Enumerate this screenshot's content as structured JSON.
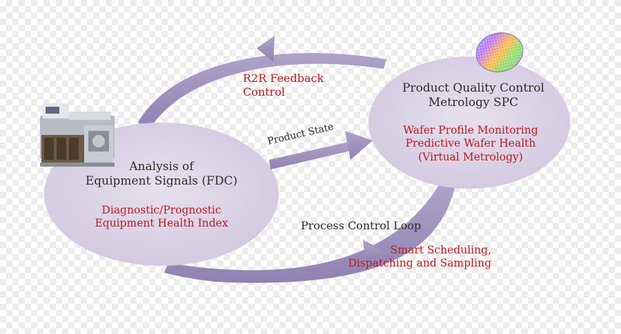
{
  "colors": {
    "ellipse_fill": "#dcd4e6",
    "arrow_fill": "#9d91bd",
    "dark_text": "#2b2b2b",
    "red_text": "#c0181e"
  },
  "fdc": {
    "title_line1": "Analysis of",
    "title_line2": "Equipment Signals (FDC)",
    "detail_line1": "Diagnostic/Prognostic",
    "detail_line2": "Equipment Health Index"
  },
  "quality": {
    "title_line1": "Product Quality Control",
    "title_line2": "Metrology SPC",
    "detail_line1": "Wafer Profile Monitoring",
    "detail_line2": "Predictive Wafer Health",
    "detail_line3": "(Virtual Metrology)"
  },
  "arrows": {
    "r2r_line1": "R2R Feedback",
    "r2r_line2": "Control",
    "product_state": "Product State",
    "process_control_loop": "Process Control Loop",
    "smart_line1": "Smart Scheduling,",
    "smart_line2": "Dispatching and Sampling"
  },
  "icons": {
    "equipment": "semiconductor-tool-icon",
    "wafer": "wafer-icon"
  }
}
